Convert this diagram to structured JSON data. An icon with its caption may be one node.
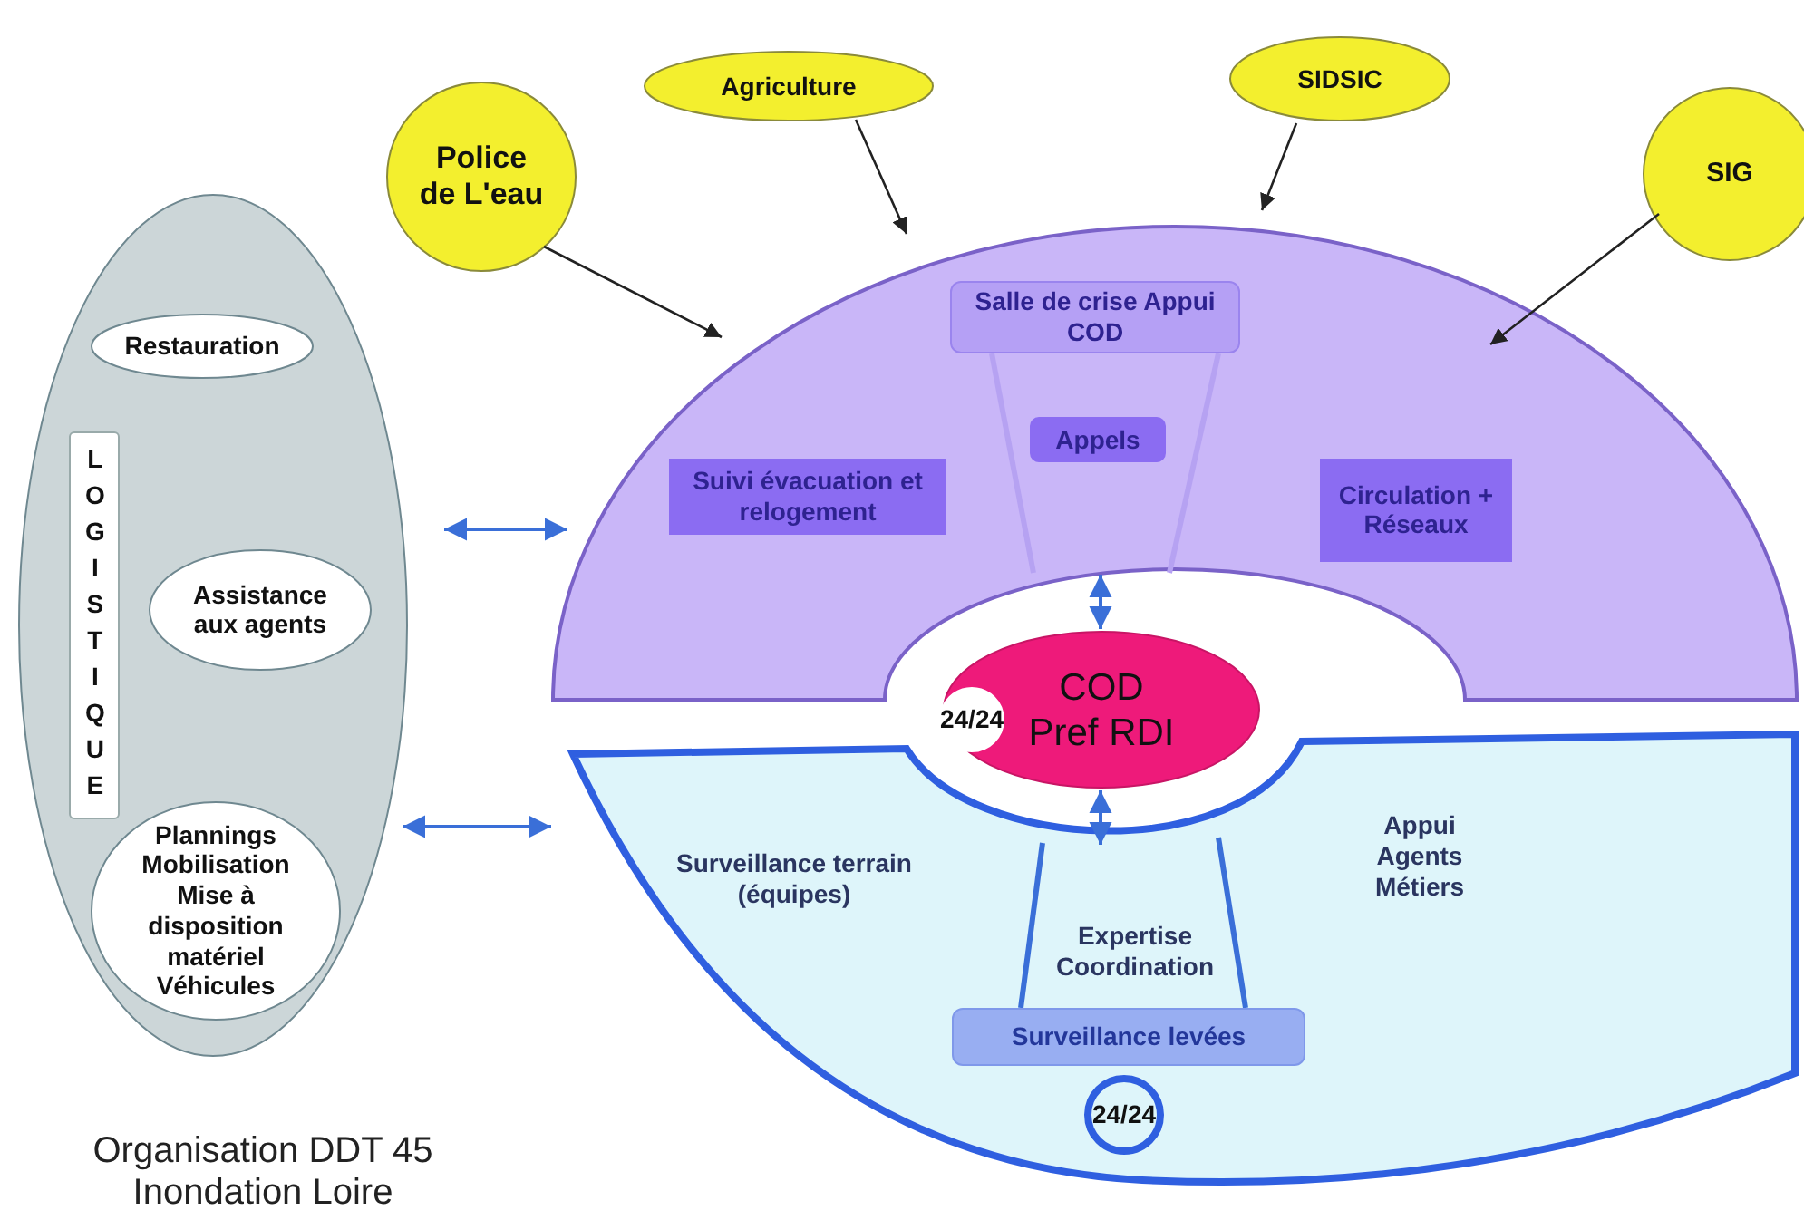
{
  "diagram": {
    "caption": "Organisation DDT 45 Inondation Loire",
    "nodes": [
      {
        "text": [],
        "shape": "ellipse"
      },
      {
        "text": [
          "Restauration"
        ],
        "in": 0
      },
      {
        "text": [
          "LOGISTIQUE"
        ],
        "in": 0
      },
      {
        "text": [
          "Assistance aux agents"
        ],
        "in": 0
      },
      {
        "text": [
          "Plannings Mobilisation Mise à disposition matériel Véhicules"
        ],
        "in": 0
      },
      {
        "text": [
          "Police de L'eau"
        ]
      },
      {
        "text": [
          "Agriculture"
        ]
      },
      {
        "text": [
          "SIDSIC"
        ]
      },
      {
        "text": [
          "SIG"
        ]
      },
      {
        "text": [],
        "shape": "band"
      },
      {
        "text": [
          "Salle de crise Appui COD"
        ],
        "in": 9
      },
      {
        "text": [
          "Appels"
        ],
        "in": 9
      },
      {
        "text": [
          "Suivi évacuation et relogement"
        ],
        "in": 9
      },
      {
        "text": [
          "Circulation + Réseaux"
        ],
        "in": 9
      },
      {
        "text": [
          "COD Pref RDI"
        ]
      },
      {
        "text": [
          "24/24"
        ],
        "in": 14
      },
      {
        "text": [],
        "shape": "band"
      },
      {
        "text": [
          "Surveillance levées"
        ],
        "in": 16
      },
      {
        "text": [
          "24/24"
        ],
        "in": 16
      }
    ],
    "edges": [
      {
        "from": 5,
        "to": 9,
        "arrow": "to"
      },
      {
        "from": 6,
        "to": 9,
        "arrow": "to"
      },
      {
        "from": 7,
        "to": 9,
        "arrow": "to"
      },
      {
        "from": 8,
        "to": 9,
        "arrow": "to"
      },
      {
        "from": 0,
        "to": 9,
        "arrow": "both",
        "color": "#3a6fd8"
      },
      {
        "from": 0,
        "to": 16,
        "arrow": "both",
        "color": "#3a6fd8"
      },
      {
        "from": 9,
        "to": 14,
        "arrow": "both",
        "color": "#3a6fd8"
      },
      {
        "from": 14,
        "to": 16,
        "arrow": "both",
        "color": "#3a6fd8"
      }
    ],
    "labels": [
      "Surveillance terrain (équipes)",
      "Expertise Coordination",
      "Appui Agents Métiers"
    ]
  }
}
